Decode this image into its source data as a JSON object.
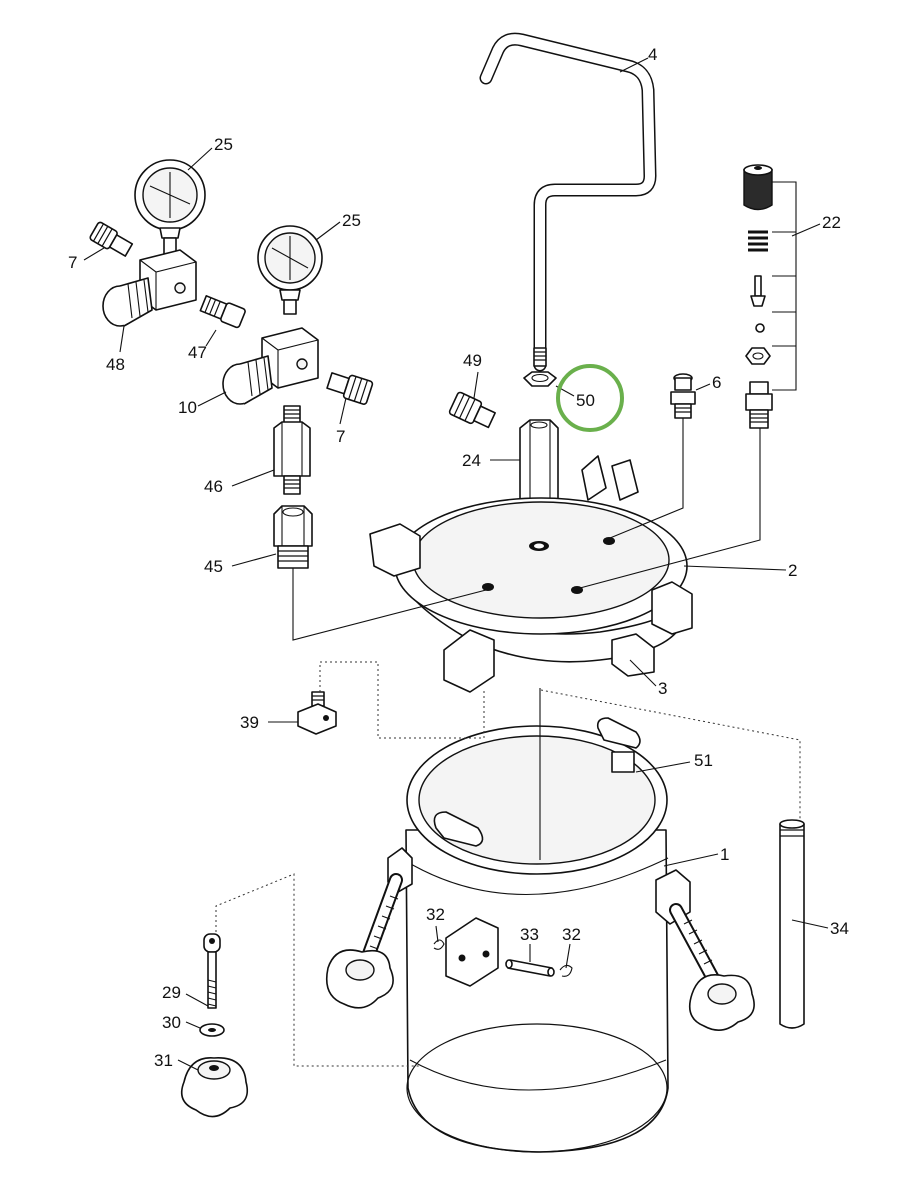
{
  "labels": {
    "p1": "1",
    "p2": "2",
    "p3": "3",
    "p4": "4",
    "p6": "6",
    "p7a": "7",
    "p7b": "7",
    "p10": "10",
    "p22": "22",
    "p24": "24",
    "p25a": "25",
    "p25b": "25",
    "p29": "29",
    "p30": "30",
    "p31": "31",
    "p32a": "32",
    "p32b": "32",
    "p33": "33",
    "p34": "34",
    "p39": "39",
    "p45": "45",
    "p46": "46",
    "p47": "47",
    "p48": "48",
    "p49": "49",
    "p50": "50",
    "p51": "51"
  },
  "highlight": {
    "color": "#6ab04c"
  }
}
